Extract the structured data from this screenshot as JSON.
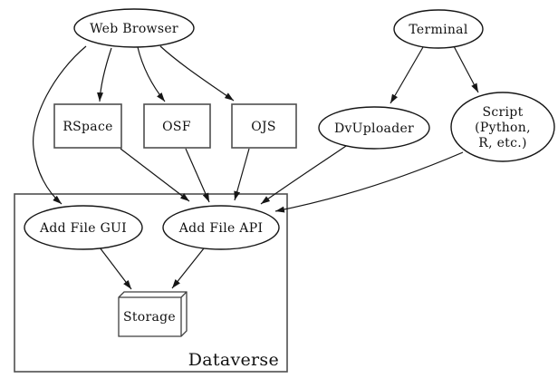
{
  "diagram": {
    "type": "graphviz-digraph",
    "background": "#ffffff",
    "stroke_color": "#161616",
    "box_stroke_color": "#4f4f4f",
    "cluster": {
      "label": "Dataverse"
    },
    "nodes": {
      "web_browser": {
        "label": "Web Browser",
        "shape": "ellipse"
      },
      "terminal": {
        "label": "Terminal",
        "shape": "ellipse"
      },
      "rspace": {
        "label": "RSpace",
        "shape": "box"
      },
      "osf": {
        "label": "OSF",
        "shape": "box"
      },
      "ojs": {
        "label": "OJS",
        "shape": "box"
      },
      "dvuploader": {
        "label": "DvUploader",
        "shape": "ellipse"
      },
      "script": {
        "label": "Script (Python, R, etc.)",
        "lines": [
          "Script",
          "(Python,",
          "R, etc.)"
        ],
        "shape": "ellipse"
      },
      "add_file_gui": {
        "label": "Add File GUI",
        "shape": "ellipse",
        "cluster": "Dataverse"
      },
      "add_file_api": {
        "label": "Add File API",
        "shape": "ellipse",
        "cluster": "Dataverse"
      },
      "storage": {
        "label": "Storage",
        "shape": "box3d",
        "cluster": "Dataverse"
      }
    },
    "edges": [
      {
        "from": "Web Browser",
        "to": "RSpace"
      },
      {
        "from": "Web Browser",
        "to": "OSF"
      },
      {
        "from": "Web Browser",
        "to": "OJS"
      },
      {
        "from": "Web Browser",
        "to": "Add File GUI"
      },
      {
        "from": "Terminal",
        "to": "DvUploader"
      },
      {
        "from": "Terminal",
        "to": "Script (Python, R, etc.)"
      },
      {
        "from": "RSpace",
        "to": "Add File API"
      },
      {
        "from": "OSF",
        "to": "Add File API"
      },
      {
        "from": "OJS",
        "to": "Add File API"
      },
      {
        "from": "DvUploader",
        "to": "Add File API"
      },
      {
        "from": "Script (Python, R, etc.)",
        "to": "Add File API"
      },
      {
        "from": "Add File GUI",
        "to": "Storage"
      },
      {
        "from": "Add File API",
        "to": "Storage"
      }
    ]
  }
}
